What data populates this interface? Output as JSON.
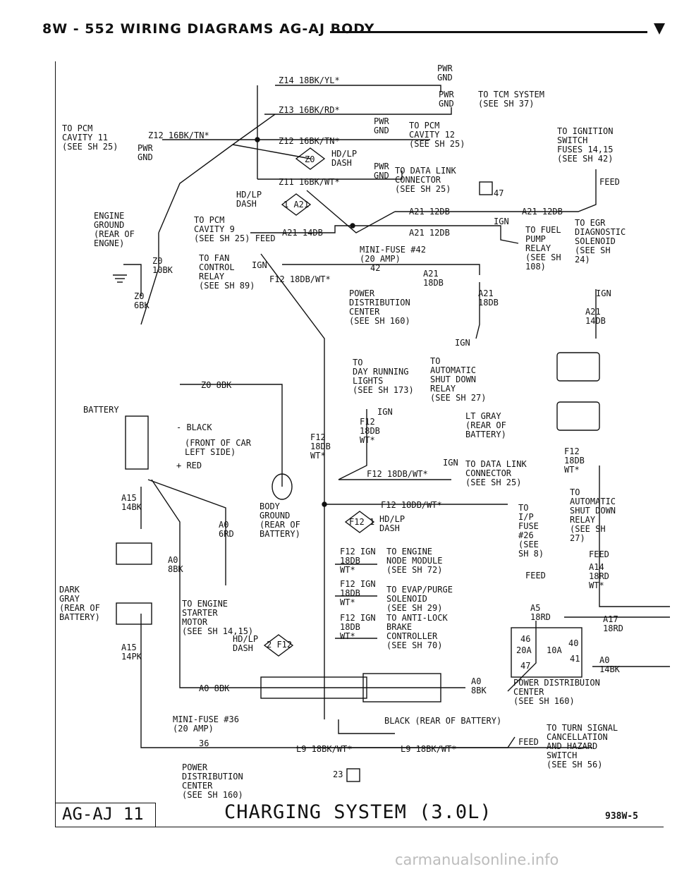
{
  "header": {
    "title": "8W - 552   WIRING DIAGRAMS AG-AJ BODY"
  },
  "footer": {
    "page_tag": "AG-AJ 11",
    "diagram_title": "CHARGING SYSTEM (3.0L)",
    "code": "938W-5"
  },
  "watermark": "carmanualsonline.info",
  "labels": {
    "pwr_gnd_top": "PWR\nGND",
    "z14": "Z14 18BK/YL*",
    "pwr_gnd_2": "PWR\nGND",
    "tcm_system": "TO TCM SYSTEM\n(SEE SH 37)",
    "z13": "Z13 16BK/RD*",
    "pwr_gnd_3": "PWR\nGND",
    "to_pcm_c12": "TO PCM\nCAVITY 12\n(SEE SH 25)",
    "to_pcm_c11": "TO PCM\nCAVITY 11\n(SEE SH 25)",
    "z12_left": "Z12 16BK/TN*",
    "pwr_gnd_left": "PWR\nGND",
    "z12_mid": "Z12 16BK/TN*",
    "hd_lp_dash_z0": "HD/LP\nDASH",
    "z0_conn": "Z0",
    "pwr_gnd_4": "PWR\nGND",
    "data_link_1": "TO DATA LINK\nCONNECTOR\n(SEE SH 25)",
    "z11": "Z11 16BK/WT*",
    "ignition_switch": "TO IGNITION\nSWITCH\nFUSES 14,15\n(SEE SH 42)",
    "feed_ign": "FEED",
    "hd_lp_dash_a21": "HD/LP\nDASH",
    "a21_conn": "1 A21",
    "splice_47": "47",
    "a21_12db_top": "A21 12DB",
    "a21_12db_right": "A21 12DB",
    "engine_ground": "ENGINE\nGROUND\n(REAR OF\nENGNE)",
    "to_pcm_c9": "TO PCM\nCAVITY 9\n(SEE SH 25) FEED",
    "a21_14db": "A21 14DB",
    "a21_12db_mid": "A21 12DB",
    "ign_fuel": "IGN",
    "fuel_pump": "TO FUEL\nPUMP\nRELAY\n(SEE SH\n108)",
    "egr_diag": "TO EGR\nDIAGNOSTIC\nSOLENOID\n(SEE SH\n24)",
    "minifuse_42": "MINI-FUSE #42\n(20 AMP)",
    "fuse_42": "42",
    "z0_10bk": "Z0\n10BK",
    "fan_relay": "TO FAN\nCONTROL\nRELAY\n(SEE SH 89)",
    "ign_fan": "IGN",
    "f12_fan": "F12 18DB/WT*",
    "a21_18db_a": "A21\n18DB",
    "power_dist_1": "POWER\nDISTRIBUTION\nCENTER\n(SEE SH 160)",
    "a21_18db_b": "A21\n18DB",
    "ign_egr": "IGN",
    "a21_14db_right": "A21\n14DB",
    "z0_6bk": "Z0\n6BK",
    "ign_asd": "IGN",
    "day_running": "TO\nDAY RUNNING\nLIGHTS\n(SEE SH 173)",
    "auto_shutdown_1": "TO\nAUTOMATIC\nSHUT DOWN\nRELAY\n(SEE SH 27)",
    "z0_8bk": "Z0 8BK",
    "battery": "BATTERY",
    "ign_drl": "IGN",
    "f12_drl": "F12\n18DB\nWT*",
    "lt_gray": "LT GRAY\n(REAR OF\nBATTERY)",
    "black_term": "- BLACK",
    "front_car": "(FRONT OF CAR\nLEFT SIDE)",
    "f12_left": "F12\n18DB\nWT*",
    "red_term": "+ RED",
    "ign_dl2": "IGN",
    "f12_dl2": "F12 18DB/WT*",
    "data_link_2": "TO DATA LINK\nCONNECTOR\n(SEE SH 25)",
    "f12_right": "F12\n18DB\nWT*",
    "auto_shutdown_2": "TO\nAUTOMATIC\nSHUT DOWN\nRELAY\n(SEE SH\n27)",
    "f12_asd2": "F12 18DB/WT*",
    "ip_fuse": "TO\nI/P\nFUSE\n#26\n(SEE\nSH 8)",
    "a15_14bk": "A15\n14BK",
    "body_ground": "BODY\nGROUND\n(REAR OF\nBATTERY)",
    "a0_6rd": "A0\n6RD",
    "hd_lp_dash_f12": "HD/LP\nDASH",
    "f12_conn": "F12 1",
    "f12_ecm": "F12 IGN\n18DB\nWT*",
    "engine_node": "TO ENGINE\nNODE MODULE\n(SEE SH 72)",
    "feed_asd": "FEED",
    "a14": "A14\n18RD\nWT*",
    "feed_ipf": "FEED",
    "a0_8bk_v": "A0\n8BK",
    "f12_evap": "F12 IGN\n18DB\nWT*",
    "evap": "TO EVAP/PURGE\nSOLENOID\n(SEE SH 29)",
    "dark_gray": "DARK\nGRAY\n(REAR OF\nBATTERY)",
    "starter": "TO ENGINE\nSTARTER\nMOTOR\n(SEE SH 14,15)",
    "f12_abs": "F12 IGN\n18DB\nWT*",
    "abs": "TO ANTI-LOCK\nBRAKE\nCONTROLLER\n(SEE SH 70)",
    "a5_18rd": "A5\n18RD",
    "a17": "A17\n18RD",
    "pdc_46": "46",
    "pdc_40": "40",
    "pdc_20a": "20A",
    "pdc_10a": "10A",
    "pdc_47": "47",
    "pdc_41": "41",
    "a0_14bk": "A0\n14BK",
    "a15_14pk": "A15\n14PK",
    "hd_lp_dash_2": "HD/LP\nDASH",
    "f12_conn2": "2 F12",
    "a0_8bk_bottom": "A0 8BK",
    "a0_8bk_right": "A0\n8BK",
    "power_dist_2": "POWER DISTRIBUION\nCENTER\n(SEE SH 160)",
    "black_rear": "BLACK (REAR OF BATTERY)",
    "minifuse_36": "MINI-FUSE #36\n(20 AMP)",
    "fuse_36": "36",
    "l9_left": "L9 18BK/WT*",
    "l9_right": "L9 18BK/WT*",
    "feed_turn": "FEED",
    "turn_signal": "TO TURN SIGNAL\nCANCELLATION\nAND HAZARD\nSWITCH\n(SEE SH 56)",
    "splice_23": "23",
    "power_dist_3": "POWER\nDISTRIBUTION\nCENTER\n(SEE SH 160)"
  }
}
